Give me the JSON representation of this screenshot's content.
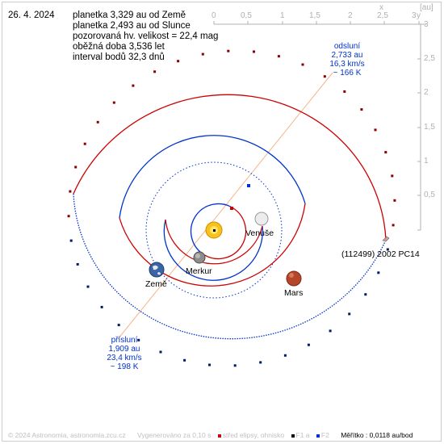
{
  "date": "26. 4. 2024",
  "info_lines": [
    "planetka 3,329 au od Země",
    "planetka 2,493 au od Slunce",
    "pozorovaná hv. velikost = 22,4 mag",
    "oběžná doba 3,536 let",
    "interval bodů 32,3 dnů"
  ],
  "aphelion": {
    "label": "odsluní",
    "distance": "2,733 au",
    "speed": "16,3 km/s",
    "temp": "~ 166 K"
  },
  "perihelion": {
    "label": "přísluní",
    "distance": "1,909 au",
    "speed": "23,4 km/s",
    "temp": "~ 198 K"
  },
  "asteroid_name": "(112499) 2002 PC14",
  "planets": {
    "venus": "Venuše",
    "earth": "Země",
    "mercury": "Merkur",
    "mars": "Mars"
  },
  "axes": {
    "top_ticks": [
      "0",
      "0,5",
      "1",
      "1,5",
      "2",
      "2,5",
      "3"
    ],
    "right_ticks": [
      "0,5",
      "1",
      "1,5",
      "2",
      "2,5",
      "3"
    ],
    "x_label": "x",
    "y_label": "y",
    "unit": "[au]"
  },
  "footer": {
    "copyright": "© 2024 Astronomia, astronomia.zcu.cz",
    "generated": "Vygenerováno za 0,10 s",
    "center_legend": "střed elipsy, ohnisko",
    "f1": "F1 a",
    "f2": "F2",
    "scale": "Měřítko : 0,0118 au/bod"
  },
  "colors": {
    "orbit_red": "#cc0000",
    "orbit_blue": "#0033cc",
    "apsis_line": "#f5b58a",
    "label_blue": "#0033cc",
    "axis_gray": "#b0b0b0"
  }
}
